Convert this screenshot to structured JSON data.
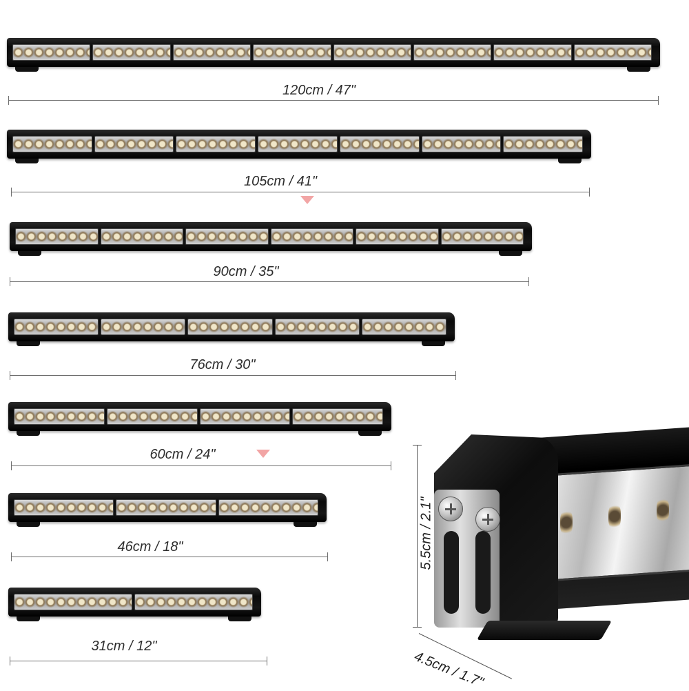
{
  "bars": [
    {
      "label": "120cm / 47\"",
      "modules": 8
    },
    {
      "label": "105cm / 41\"",
      "modules": 7
    },
    {
      "label": "90cm / 35\"",
      "modules": 6
    },
    {
      "label": "76cm / 30\"",
      "modules": 5
    },
    {
      "label": "60cm / 24\"",
      "modules": 4
    },
    {
      "label": "46cm / 18\"",
      "modules": 3
    },
    {
      "label": "31cm / 12\"",
      "modules": 2
    }
  ],
  "closeup": {
    "height_label": "5.5cm / 2.1\"",
    "depth_label": "4.5cm / 1.7\""
  }
}
